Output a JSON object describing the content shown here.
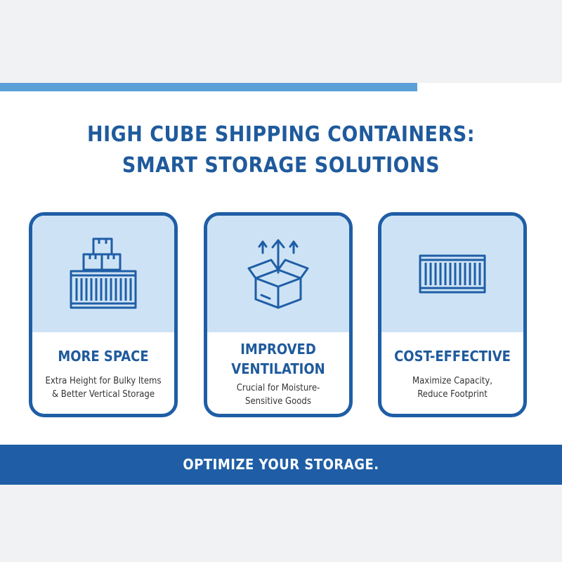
{
  "title": {
    "line1": "HIGH CUBE SHIPPING CONTAINERS:",
    "line2": "SMART STORAGE SOLUTIONS"
  },
  "cards": [
    {
      "icon": "container-with-boxes-icon",
      "heading_lines": [
        "MORE SPACE"
      ],
      "text_lines": [
        "Extra Height for Bulky Items",
        "& Better Vertical Storage"
      ]
    },
    {
      "icon": "open-box-ventilation-icon",
      "heading_lines": [
        "IMPROVED",
        "VENTILATION"
      ],
      "text_lines": [
        "Crucial for Moisture-",
        "Sensitive Goods"
      ]
    },
    {
      "icon": "shipping-container-icon",
      "heading_lines": [
        "COST-EFFECTIVE"
      ],
      "text_lines": [
        "Maximize Capacity,",
        "Reduce Footprint"
      ]
    }
  ],
  "footer": {
    "text": "OPTIMIZE YOUR STORAGE."
  },
  "colors": {
    "primary": "#1f5ea6",
    "accent": "#5b9fd9",
    "card_fill": "#cde3f5"
  }
}
